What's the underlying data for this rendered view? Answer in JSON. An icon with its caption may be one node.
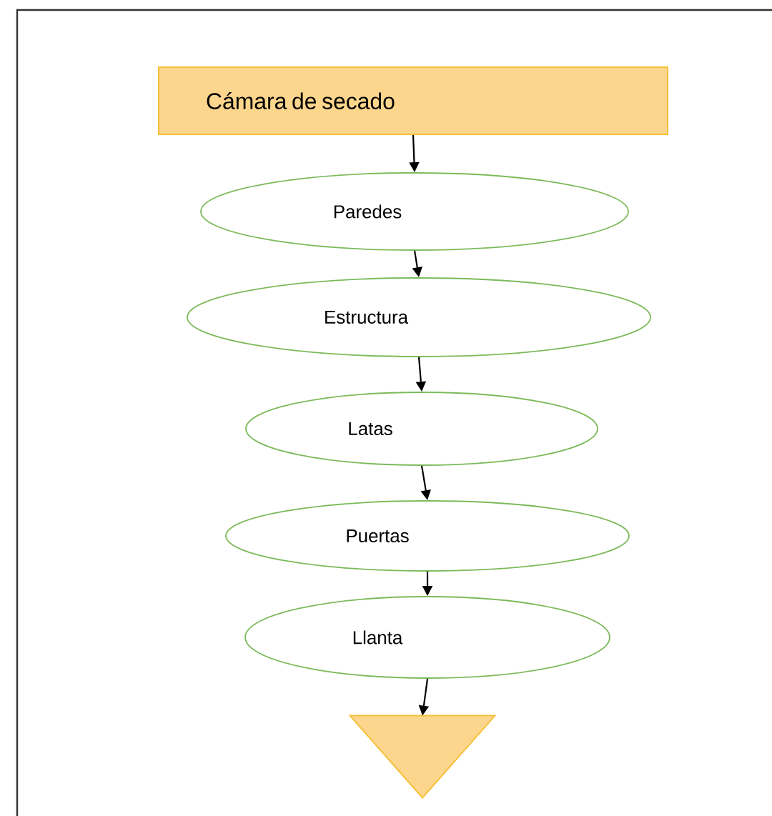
{
  "diagram": {
    "nodes": [
      {
        "text": [
          "Cámara de secado"
        ]
      },
      {
        "text": [
          "Paredes"
        ]
      },
      {
        "text": [
          "Estructura"
        ]
      },
      {
        "text": [
          "Latas"
        ]
      },
      {
        "text": [
          "Puertas"
        ]
      },
      {
        "text": [
          "Llanta"
        ]
      },
      {
        "text": [],
        "shape": "triangle"
      }
    ],
    "edges": [
      {
        "from": 0,
        "to": 1,
        "arrow": "to"
      },
      {
        "from": 1,
        "to": 2,
        "arrow": "to"
      },
      {
        "from": 2,
        "to": 3,
        "arrow": "to"
      },
      {
        "from": 3,
        "to": 4,
        "arrow": "to"
      },
      {
        "from": 4,
        "to": 5,
        "arrow": "to"
      },
      {
        "from": 5,
        "to": 6,
        "arrow": "to"
      }
    ]
  }
}
